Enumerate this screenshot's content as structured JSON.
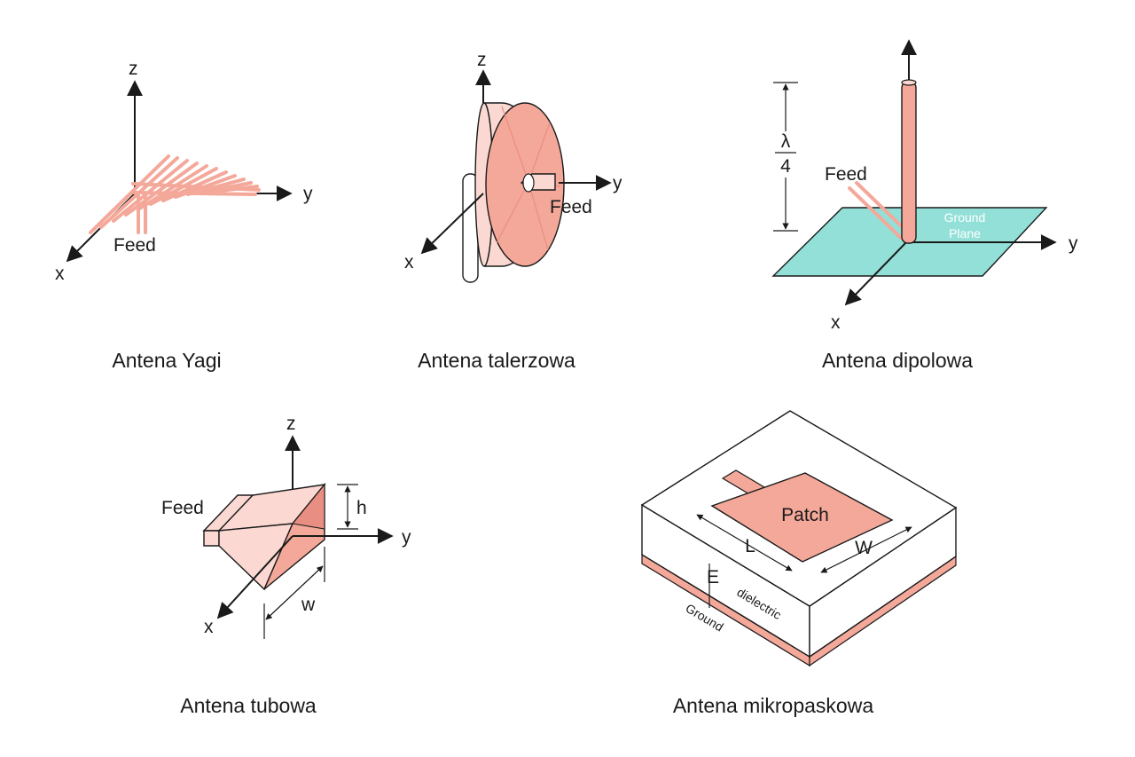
{
  "colors": {
    "antenna_fill": "#f4a89a",
    "antenna_light": "#fbd9d2",
    "antenna_dark": "#e98e83",
    "ground_plane": "#93e0d8",
    "line": "#1a1a1a",
    "background": "#ffffff"
  },
  "yagi": {
    "caption": "Antena Yagi",
    "axes": {
      "x": "x",
      "y": "y",
      "z": "z"
    },
    "feed": "Feed"
  },
  "dish": {
    "caption": "Antena talerzowa",
    "axes": {
      "x": "x",
      "y": "y",
      "z": "z"
    },
    "feed": "Feed"
  },
  "dipole": {
    "caption": "Antena dipolowa",
    "axes": {
      "x": "x",
      "y": "y"
    },
    "feed": "Feed",
    "lambda": "λ",
    "four": "4",
    "ground_plane_line1": "Ground",
    "ground_plane_line2": "Plane"
  },
  "horn": {
    "caption": "Antena tubowa",
    "axes": {
      "x": "x",
      "y": "y",
      "z": "z"
    },
    "feed": "Feed",
    "h": "h",
    "w": "w"
  },
  "patch": {
    "caption": "Antena mikropaskowa",
    "patch_label": "Patch",
    "L": "L",
    "W": "W",
    "E": "E",
    "dielectric": "dielectric",
    "ground": "Ground"
  }
}
